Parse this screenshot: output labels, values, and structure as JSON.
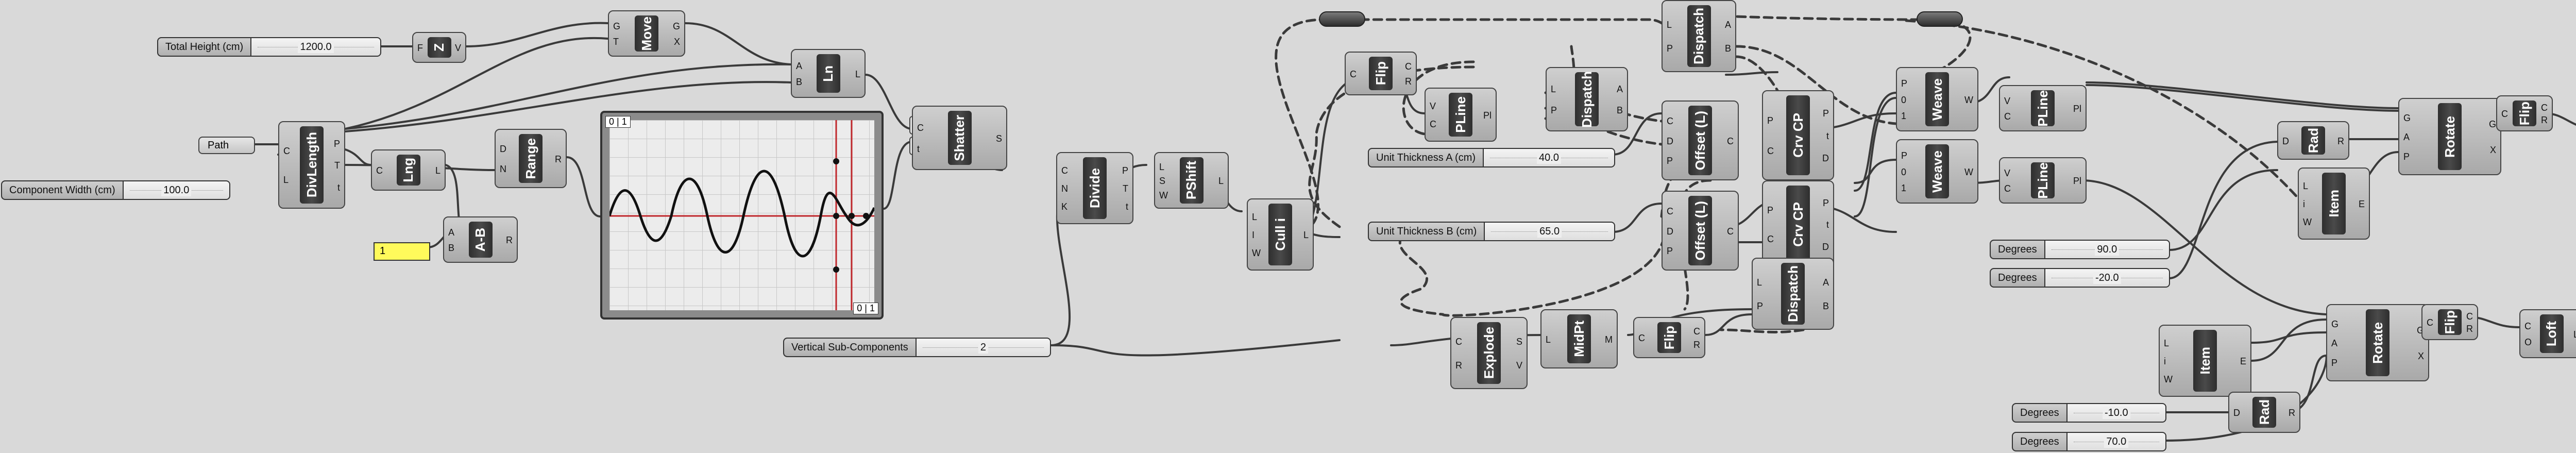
{
  "sliders": [
    {
      "label": "Total Height (cm)",
      "value": "1200.0"
    },
    {
      "label": "Component Width (cm)",
      "value": "100.0"
    },
    {
      "label": "Unit Thickness A (cm)",
      "value": "40.0"
    },
    {
      "label": "Unit Thickness B (cm)",
      "value": "65.0"
    },
    {
      "label": "Vertical Sub-Components",
      "value": "2"
    },
    {
      "label": "Degrees",
      "value": "90.0"
    },
    {
      "label": "Degrees",
      "value": "-20.0"
    },
    {
      "label": "Degrees",
      "value": "-10.0"
    },
    {
      "label": "Degrees",
      "value": "70.0"
    }
  ],
  "params": {
    "path": "Path"
  },
  "panel": {
    "value": "1"
  },
  "graph": {
    "label_top": "0 | 1",
    "label_bottom": "0 | 1"
  },
  "components": [
    {
      "nick": "Z",
      "in": [
        "F"
      ],
      "out": [
        "V"
      ]
    },
    {
      "nick": "Move",
      "in": [
        "G",
        "T"
      ],
      "out": [
        "G",
        "X"
      ]
    },
    {
      "nick": "Ln",
      "in": [
        "A",
        "B"
      ],
      "out": [
        "L"
      ]
    },
    {
      "nick": "DivLength",
      "in": [
        "C",
        "L"
      ],
      "out": [
        "P",
        "T",
        "t"
      ]
    },
    {
      "nick": "Lng",
      "in": [
        "C"
      ],
      "out": [
        "L"
      ]
    },
    {
      "nick": "Range",
      "in": [
        "D",
        "N"
      ],
      "out": [
        "R"
      ]
    },
    {
      "nick": "A-B",
      "in": [
        "A",
        "B"
      ],
      "out": [
        "R"
      ]
    },
    {
      "nick": "Shatter",
      "in": [
        "C",
        "t"
      ],
      "out": [
        "S"
      ]
    },
    {
      "nick": "Divide",
      "in": [
        "C",
        "N",
        "K"
      ],
      "out": [
        "P",
        "T",
        "t"
      ]
    },
    {
      "nick": "PShift",
      "in": [
        "L",
        "S",
        "W"
      ],
      "out": [
        "L"
      ]
    },
    {
      "nick": "Cull i",
      "in": [
        "L",
        "I",
        "W"
      ],
      "out": [
        "L"
      ]
    },
    {
      "nick": "Flip",
      "in": [
        "C"
      ],
      "out": [
        "C",
        "R"
      ]
    },
    {
      "nick": "PLine",
      "in": [
        "V",
        "C"
      ],
      "out": [
        "Pl"
      ]
    },
    {
      "nick": "Dispatch",
      "in": [
        "L",
        "P"
      ],
      "out": [
        "A",
        "B"
      ]
    },
    {
      "nick": "Dispatch",
      "in": [
        "L",
        "P"
      ],
      "out": [
        "A",
        "B"
      ]
    },
    {
      "nick": "Offset (L)",
      "in": [
        "C",
        "D",
        "P"
      ],
      "out": [
        "C"
      ]
    },
    {
      "nick": "Crv CP",
      "in": [
        "P",
        "C"
      ],
      "out": [
        "P",
        "t",
        "D"
      ]
    },
    {
      "nick": "Weave",
      "in": [
        "P",
        "0",
        "1"
      ],
      "out": [
        "W"
      ]
    },
    {
      "nick": "PLine",
      "in": [
        "V",
        "C"
      ],
      "out": [
        "Pl"
      ]
    },
    {
      "nick": "Offset (L)",
      "in": [
        "C",
        "D",
        "P"
      ],
      "out": [
        "C"
      ]
    },
    {
      "nick": "Crv CP",
      "in": [
        "P",
        "C"
      ],
      "out": [
        "P",
        "t",
        "D"
      ]
    },
    {
      "nick": "Weave",
      "in": [
        "P",
        "0",
        "1"
      ],
      "out": [
        "W"
      ]
    },
    {
      "nick": "PLine",
      "in": [
        "V",
        "C"
      ],
      "out": [
        "Pl"
      ]
    },
    {
      "nick": "Explode",
      "in": [
        "C",
        "R"
      ],
      "out": [
        "S",
        "V"
      ]
    },
    {
      "nick": "MidPt",
      "in": [
        "L"
      ],
      "out": [
        "M"
      ]
    },
    {
      "nick": "Flip",
      "in": [
        "C"
      ],
      "out": [
        "C",
        "R"
      ]
    },
    {
      "nick": "Dispatch",
      "in": [
        "L",
        "P"
      ],
      "out": [
        "A",
        "B"
      ]
    },
    {
      "nick": "Rad",
      "in": [
        "D"
      ],
      "out": [
        "R"
      ]
    },
    {
      "nick": "Item",
      "in": [
        "L",
        "i",
        "W"
      ],
      "out": [
        "E"
      ]
    },
    {
      "nick": "Rotate",
      "in": [
        "G",
        "A",
        "P"
      ],
      "out": [
        "G",
        "X"
      ]
    },
    {
      "nick": "Flip",
      "in": [
        "C"
      ],
      "out": [
        "C",
        "R"
      ]
    },
    {
      "nick": "Loft",
      "in": [
        "C",
        "O"
      ],
      "out": [
        "L"
      ]
    },
    {
      "nick": "Item",
      "in": [
        "L",
        "i",
        "W"
      ],
      "out": [
        "E"
      ]
    },
    {
      "nick": "Rotate",
      "in": [
        "G",
        "A",
        "P"
      ],
      "out": [
        "G",
        "X"
      ]
    },
    {
      "nick": "Flip",
      "in": [
        "C"
      ],
      "out": [
        "C",
        "R"
      ]
    },
    {
      "nick": "Loft",
      "in": [
        "C",
        "O"
      ],
      "out": [
        "L"
      ]
    },
    {
      "nick": "Rad",
      "in": [
        "D"
      ],
      "out": [
        "R"
      ]
    }
  ],
  "colors": {
    "canvas": "#d9d9d9",
    "wire": "#3a3a3a",
    "panel": "#fffa5b",
    "graph_marker": "#c0282d"
  }
}
